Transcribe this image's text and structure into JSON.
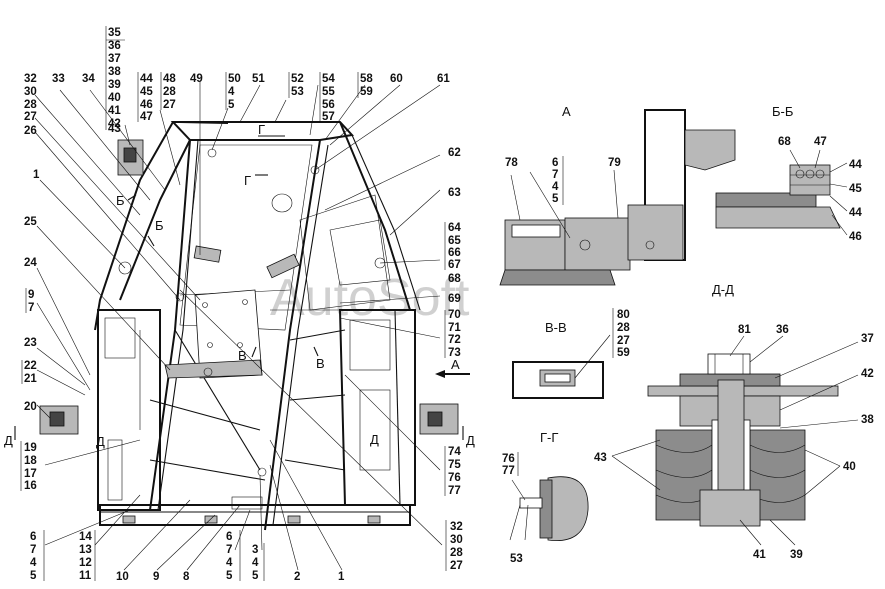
{
  "watermark": "AutoSoft",
  "views": {
    "a": "А",
    "bb": "Б-Б",
    "vv": "В-В",
    "dd": "Д-Д",
    "gg": "Г-Г"
  },
  "cut_marks": {
    "b_top": "Б",
    "b_bottom": "Б",
    "v_left": "В",
    "v_right": "В",
    "g_top": "Г",
    "g_bottom": "Г",
    "d_left": "Д",
    "d_right": "Д",
    "d_mid1": "Д",
    "d_mid2": "Д",
    "a_arrow": "А"
  },
  "callouts": {
    "c35": "35",
    "c36": "36",
    "c37": "37",
    "c38": "38",
    "c39": "39",
    "c40": "40",
    "c41": "41",
    "c42": "42",
    "c43": "43",
    "c32": "32",
    "c30": "30",
    "c28": "28",
    "c27": "27",
    "c26": "26",
    "c33": "33",
    "c34": "34",
    "c44": "44",
    "c45": "45",
    "c46": "46",
    "c47": "47",
    "c48": "48",
    "c28b": "28",
    "c27b": "27",
    "c49": "49",
    "c50": "50",
    "c4": "4",
    "c5": "5",
    "c51": "51",
    "c52": "52",
    "c53": "53",
    "c54": "54",
    "c55": "55",
    "c56": "56",
    "c57": "57",
    "c58": "58",
    "c59": "59",
    "c60": "60",
    "c61": "61",
    "c62": "62",
    "c63": "63",
    "c64": "64",
    "c65": "65",
    "c66": "66",
    "c67": "67",
    "c68": "68",
    "c69": "69",
    "c70": "70",
    "c71": "71",
    "c72": "72",
    "c73": "73",
    "c74": "74",
    "c75": "75",
    "c76": "76",
    "c77": "77",
    "c1": "1",
    "c25": "25",
    "c24": "24",
    "c9": "9",
    "c7": "7",
    "c23": "23",
    "c22": "22",
    "c21": "21",
    "c20": "20",
    "c19": "19",
    "c18": "18",
    "c17": "17",
    "c16": "16",
    "c6": "6",
    "c7b": "7",
    "c4b": "4",
    "c5b": "5",
    "c14": "14",
    "c13": "13",
    "c12": "12",
    "c11": "11",
    "c10": "10",
    "c9b": "9",
    "c8": "8",
    "c6c": "6",
    "c7c": "7",
    "c4c": "4",
    "c5c": "5",
    "c3": "3",
    "c4d": "4",
    "c5d": "5",
    "c2": "2",
    "c1b": "1",
    "c32b": "32",
    "c30b": "30",
    "c28c": "28",
    "c27c": "27",
    "a78": "78",
    "a6": "6",
    "a7": "7",
    "a4": "4",
    "a5": "5",
    "a79": "79",
    "b68": "68",
    "b47": "47",
    "b44": "44",
    "b45": "45",
    "b44b": "44",
    "b46": "46",
    "v80": "80",
    "v28": "28",
    "v27": "27",
    "v59": "59",
    "d81": "81",
    "d36": "36",
    "d37": "37",
    "d42": "42",
    "d38": "38",
    "d43": "43",
    "d40": "40",
    "d41": "41",
    "d39": "39",
    "g76": "76",
    "g77": "77",
    "g53": "53"
  }
}
